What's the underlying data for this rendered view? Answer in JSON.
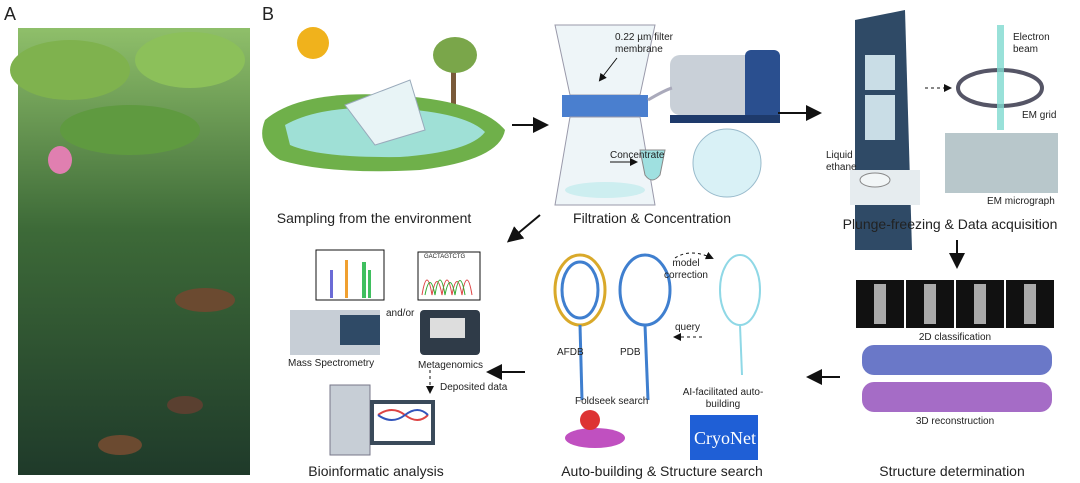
{
  "panels": {
    "a": "A",
    "b": "B"
  },
  "sampling": {
    "title": "Sampling from the environment"
  },
  "filtration": {
    "title": "Filtration & Concentration",
    "membrane": "0.22 µm filter membrane",
    "concentrate": "Concentrate"
  },
  "plunge": {
    "title": "Plunge-freezing & Data acquisition",
    "beam": "Electron beam",
    "grid": "EM grid",
    "micrograph": "EM micrograph",
    "ethane": "Liquid ethane"
  },
  "structure": {
    "title": "Structure determination",
    "class2d": "2D classification",
    "recon3d": "3D reconstruction"
  },
  "autobuild": {
    "title": "Auto-building & Structure search",
    "afdb": "AFDB",
    "pdb": "PDB",
    "model_correction": "model correction",
    "query": "query",
    "foldseek": "Foldseek search",
    "ai": "AI-facilitated auto-building",
    "cryonet_logo": "CryoNet"
  },
  "bioinfo": {
    "title": "Bioinformatic analysis",
    "mass_spec": "Mass Spectrometry",
    "andor": "and/or",
    "metagenomics": "Metagenomics",
    "deposited": "Deposited data",
    "sequence": "GACTAGTCTG"
  },
  "colors": {
    "water": "#9fe0d6",
    "land": "#6fb04a",
    "pump": "#2a4f8f",
    "cryonet": "#1f5fd6",
    "density_blue": "#6a78c8",
    "density_purple": "#a56cc6"
  }
}
